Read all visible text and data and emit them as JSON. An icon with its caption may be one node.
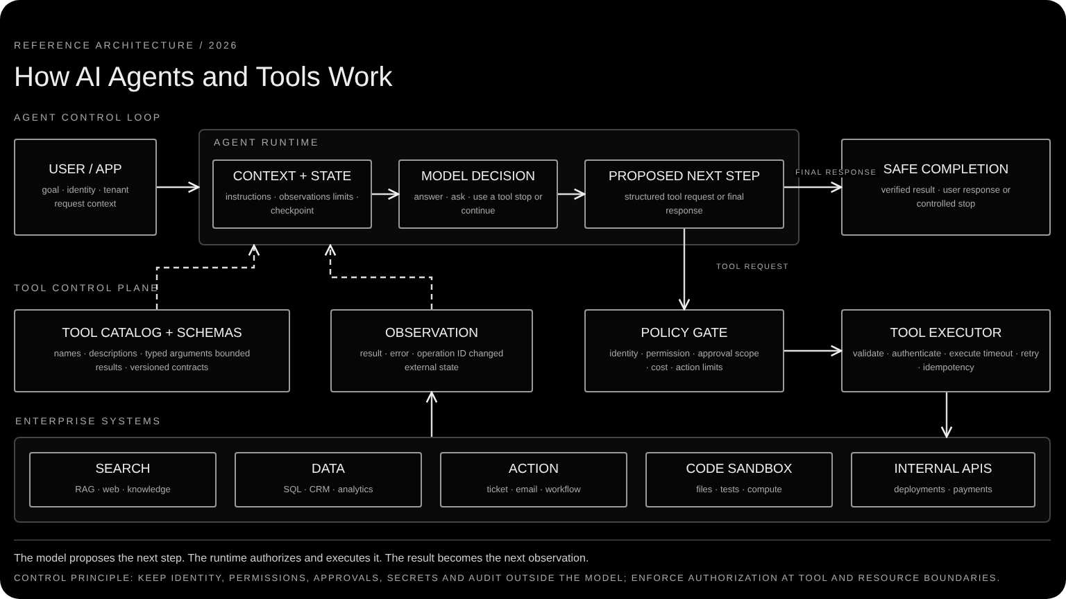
{
  "diagram": {
    "title": "How AI Agents and Tools Work",
    "nodes": [
      {
        "text": [
          "AGENT RUNTIME"
        ]
      },
      {
        "text": [
          "USER / APP",
          "goal · identity · tenant request context"
        ]
      },
      {
        "text": [
          "CONTEXT + STATE",
          "instructions · observations limits · checkpoint"
        ],
        "in": 0
      },
      {
        "text": [
          "MODEL DECISION",
          "answer · ask · use a tool stop or continue"
        ],
        "in": 0
      },
      {
        "text": [
          "PROPOSED NEXT STEP",
          "structured tool request or final response"
        ],
        "in": 0
      },
      {
        "text": [
          "SAFE COMPLETION",
          "verified result · user response or controlled stop"
        ]
      },
      {
        "text": [
          "TOOL CATALOG + SCHEMAS",
          "names · descriptions · typed arguments bounded results · versioned contracts"
        ]
      },
      {
        "text": [
          "OBSERVATION",
          "result · error · operation ID changed external state"
        ]
      },
      {
        "text": [
          "POLICY GATE",
          "identity · permission · approval scope · cost · action limits"
        ]
      },
      {
        "text": [
          "TOOL EXECUTOR",
          "validate · authenticate · execute timeout · retry · idempotency"
        ]
      },
      {
        "text": [
          "ENTERPRISE SYSTEMS"
        ]
      },
      {
        "text": [
          "SEARCH",
          "RAG · web · knowledge"
        ],
        "in": 10
      },
      {
        "text": [
          "DATA",
          "SQL · CRM · analytics"
        ],
        "in": 10
      },
      {
        "text": [
          "ACTION",
          "ticket · email · workflow"
        ],
        "in": 10
      },
      {
        "text": [
          "CODE SANDBOX",
          "files · tests · compute"
        ],
        "in": 10
      },
      {
        "text": [
          "INTERNAL APIS",
          "deployments · payments"
        ],
        "in": 10
      }
    ],
    "edges": [
      {
        "from": 1,
        "to": 0,
        "arrow": "to"
      },
      {
        "from": 2,
        "to": 3,
        "arrow": "to"
      },
      {
        "from": 3,
        "to": 4,
        "arrow": "to"
      },
      {
        "from": 4,
        "to": 5,
        "arrow": "to",
        "label": "FINAL RESPONSE"
      },
      {
        "from": 4,
        "to": 8,
        "arrow": "to",
        "label": "TOOL REQUEST"
      },
      {
        "from": 6,
        "to": 0,
        "arrow": "to",
        "style": "dashed"
      },
      {
        "from": 7,
        "to": 0,
        "arrow": "to",
        "style": "dashed"
      },
      {
        "from": 8,
        "to": 9,
        "arrow": "to"
      },
      {
        "from": 9,
        "to": 10,
        "arrow": "to"
      },
      {
        "from": 10,
        "to": 7,
        "arrow": "to"
      }
    ],
    "labels": [
      "REFERENCE ARCHITECTURE / 2026",
      "AGENT CONTROL LOOP",
      "TOOL CONTROL PLANE",
      "The model proposes the next step. The runtime authorizes and executes it. The result becomes the next observation.",
      "CONTROL PRINCIPLE: KEEP IDENTITY, PERMISSIONS, APPROVALS, SECRETS AND AUDIT OUTSIDE THE MODEL; ENFORCE AUTHORIZATION AT TOOL AND RESOURCE BOUNDARIES."
    ]
  }
}
